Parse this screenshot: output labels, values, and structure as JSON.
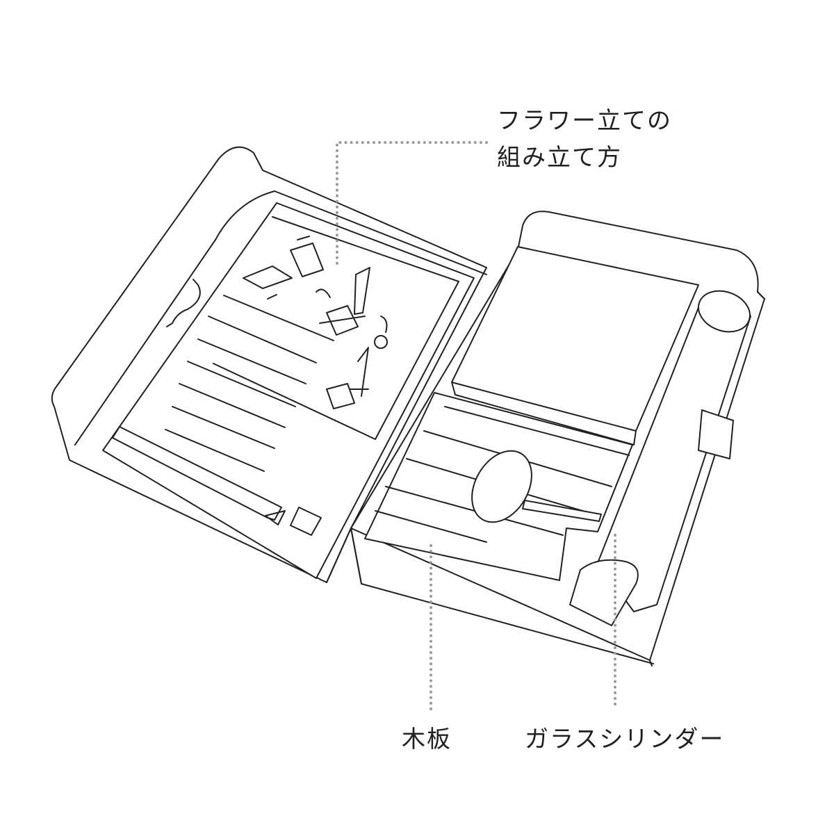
{
  "labels": {
    "assembly_line1": "フラワー立ての",
    "assembly_line2": "組み立て方",
    "wood_board": "木板",
    "glass_cylinder": "ガラスシリンダー"
  },
  "colors": {
    "line": "#231f20",
    "leader": "#9a9a9a",
    "background": "#ffffff"
  }
}
